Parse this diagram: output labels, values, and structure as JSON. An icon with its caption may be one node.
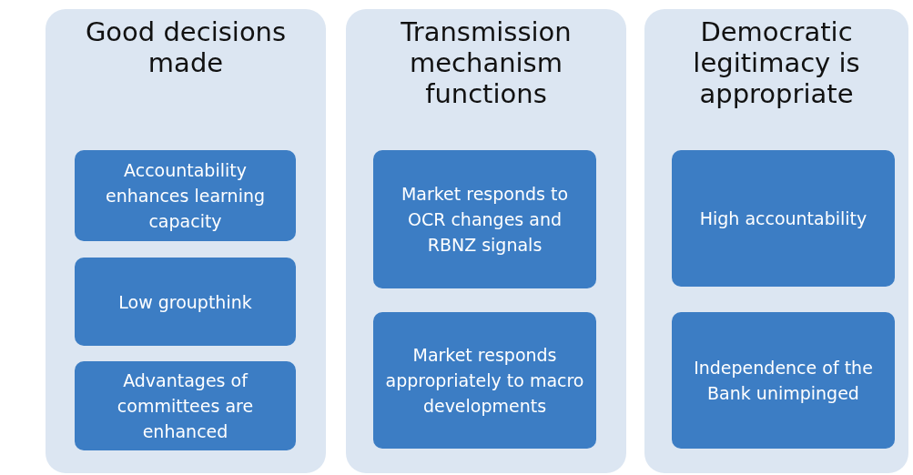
{
  "diagram": {
    "nodes": [
      {
        "text": [
          "Good decisions made"
        ]
      },
      {
        "text": [
          "Accountability enhances learning capacity"
        ],
        "in": 0
      },
      {
        "text": [
          "Low groupthink"
        ],
        "in": 0
      },
      {
        "text": [
          "Advantages of committees are enhanced"
        ],
        "in": 0
      },
      {
        "text": [
          "Transmission mechanism functions"
        ]
      },
      {
        "text": [
          "Market responds to OCR changes and RBNZ signals"
        ],
        "in": 4
      },
      {
        "text": [
          "Market responds appropriately to macro developments"
        ],
        "in": 4
      },
      {
        "text": [
          "Democratic legitimacy is appropriate"
        ]
      },
      {
        "text": [
          "High accountability"
        ],
        "in": 7
      },
      {
        "text": [
          "Independence of the Bank unimpinged"
        ],
        "in": 7
      }
    ],
    "edges": []
  }
}
